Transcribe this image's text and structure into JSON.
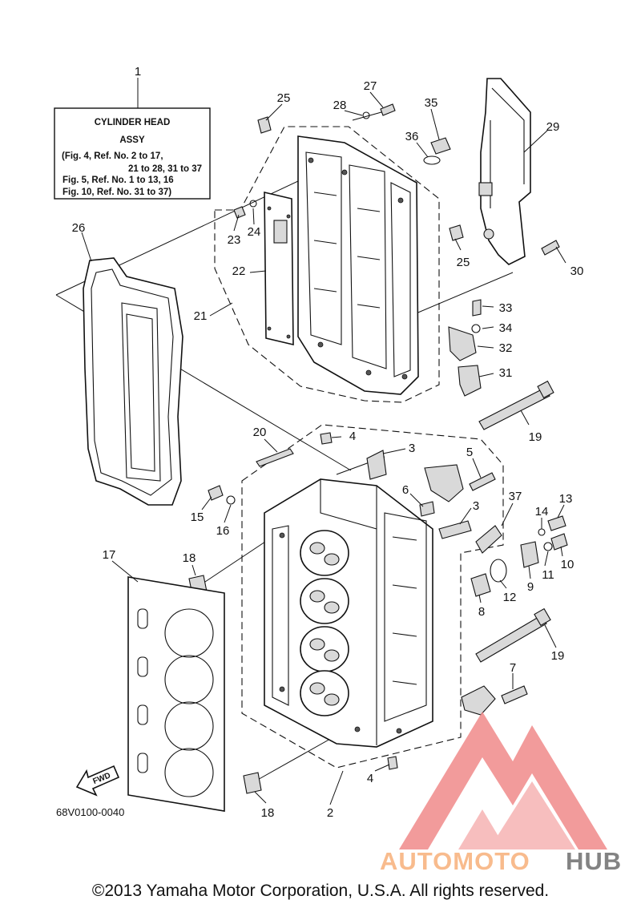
{
  "title_box": {
    "lines": [
      "CYLINDER HEAD",
      "ASSY",
      "(Fig. 4, Ref. No. 2 to 17,",
      "21 to 28, 31 to 37",
      "Fig. 5, Ref. No. 1 to 13, 16",
      "Fig. 10, Ref. No. 31 to 37)"
    ]
  },
  "callouts": [
    "1",
    "25",
    "27",
    "28",
    "35",
    "36",
    "29",
    "23",
    "24",
    "25",
    "30",
    "22",
    "26",
    "21",
    "33",
    "34",
    "32",
    "31",
    "19",
    "20",
    "4",
    "3",
    "5",
    "6",
    "3",
    "37",
    "14",
    "13",
    "15",
    "16",
    "11",
    "10",
    "17",
    "18",
    "12",
    "9",
    "8",
    "19",
    "7",
    "4",
    "18",
    "2"
  ],
  "diagram_code": "68V0100-0040",
  "fwd_label": "FWD",
  "watermark": {
    "part1": "AUTOMOTO",
    "part2": "HUB",
    "colors": {
      "mark": "#f08a8a",
      "text_orange": "#f7b07a",
      "text_gray": "#6e6e6e"
    }
  },
  "copyright": "©2013 Yamaha Motor Corporation, U.S.A. All rights reserved."
}
